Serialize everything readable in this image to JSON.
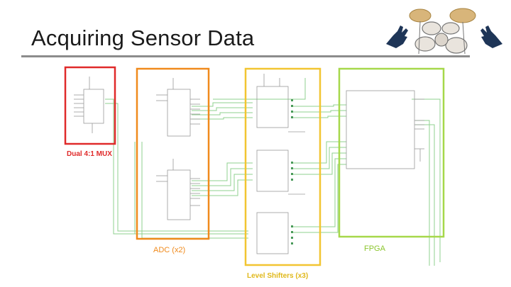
{
  "slide": {
    "title": "Acquiring Sensor Data"
  },
  "labels": {
    "mux": "Dual 4:1 MUX",
    "adc": "ADC (x2)",
    "level_shifters": "Level Shifters (x3)",
    "fpga": "FPGA"
  },
  "colors": {
    "mux": "#e02a2a",
    "adc": "#f08a1c",
    "level_shifters": "#f2c531",
    "fpga": "#a6d84a",
    "wire": "#8fd08f",
    "wire_dark": "#4a9a5a",
    "rule": "#8c8c8c"
  },
  "icons": {
    "corner_art": "drum-kit-with-gloves-icon"
  }
}
